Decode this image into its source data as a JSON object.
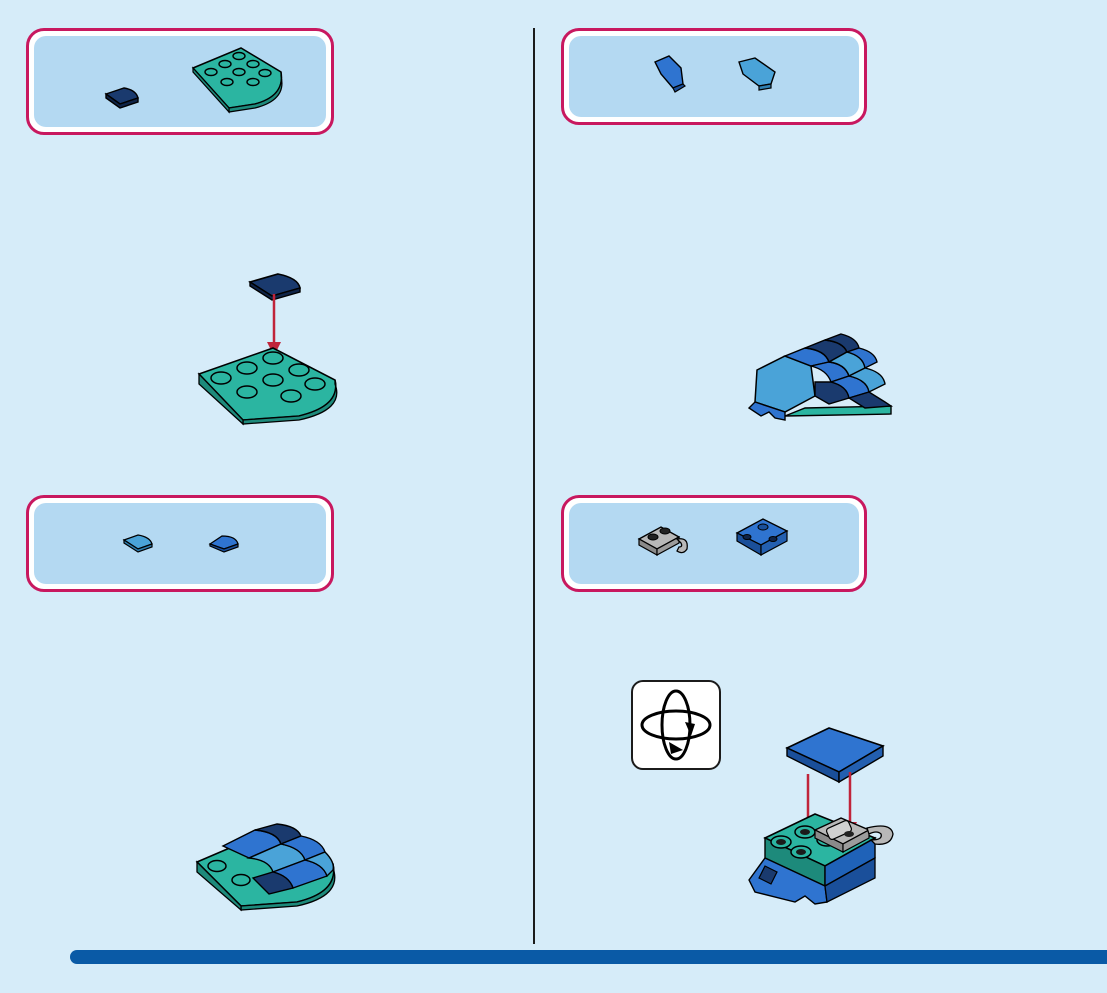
{
  "colors": {
    "page_background": "#d6ecf9",
    "callout_border": "#c8185f",
    "callout_fill": "#b4d9f2",
    "divider": "#1b1b1b",
    "bottom_bar": "#0a5aa6",
    "teal_plate": "#2bb5a1",
    "dark_blue_tile": "#1a3a6e",
    "medium_blue_tile": "#2f74d0",
    "light_blue_tile": "#4aa3d8",
    "light_gray_part": "#b8b8b8",
    "arrow_red": "#c0243a"
  },
  "icons": [
    "rotate-model-icon"
  ],
  "steps": [
    {
      "id": "top-left",
      "callout_parts": [
        "dark-blue-quarter-tile",
        "teal-round-corner-plate"
      ]
    },
    {
      "id": "top-right",
      "callout_parts": [
        "blue-wedge-slope",
        "light-blue-wedge-slope"
      ]
    },
    {
      "id": "bottom-left",
      "callout_parts": [
        "light-blue-quarter-tile",
        "blue-quarter-tile"
      ]
    },
    {
      "id": "bottom-right",
      "callout_parts": [
        "gray-clip-plate",
        "blue-curved-slope"
      ]
    }
  ]
}
